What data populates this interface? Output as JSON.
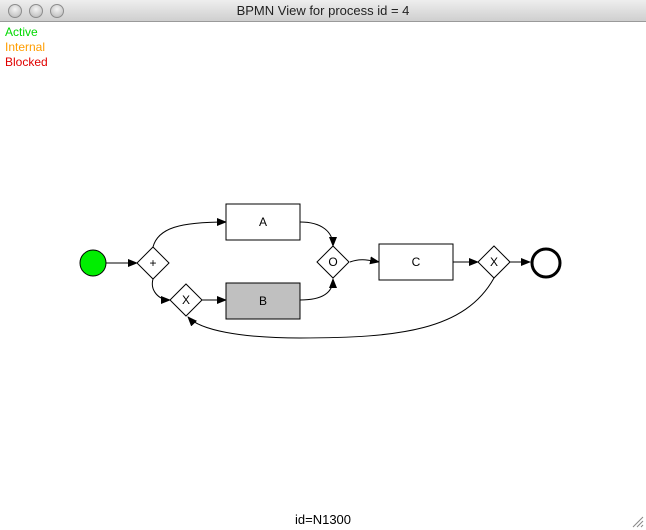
{
  "window": {
    "title": "BPMN View for process id = 4",
    "controls": [
      "close",
      "minimize",
      "zoom"
    ]
  },
  "legend": {
    "active": "Active",
    "internal": "Internal",
    "blocked": "Blocked",
    "colors": {
      "active": "#00d800",
      "internal": "#ff9d00",
      "blocked": "#e00000"
    }
  },
  "diagram": {
    "task_a": "A",
    "task_b": "B",
    "task_c": "C",
    "gateway_parallel": "+",
    "gateway_xor_loop": "X",
    "gateway_or": "O",
    "gateway_xor_decision": "X",
    "start_event_color": "#00ee00",
    "blocked_task_fill": "#c0c0c0"
  },
  "status_bar": {
    "text": "id=N1300"
  }
}
